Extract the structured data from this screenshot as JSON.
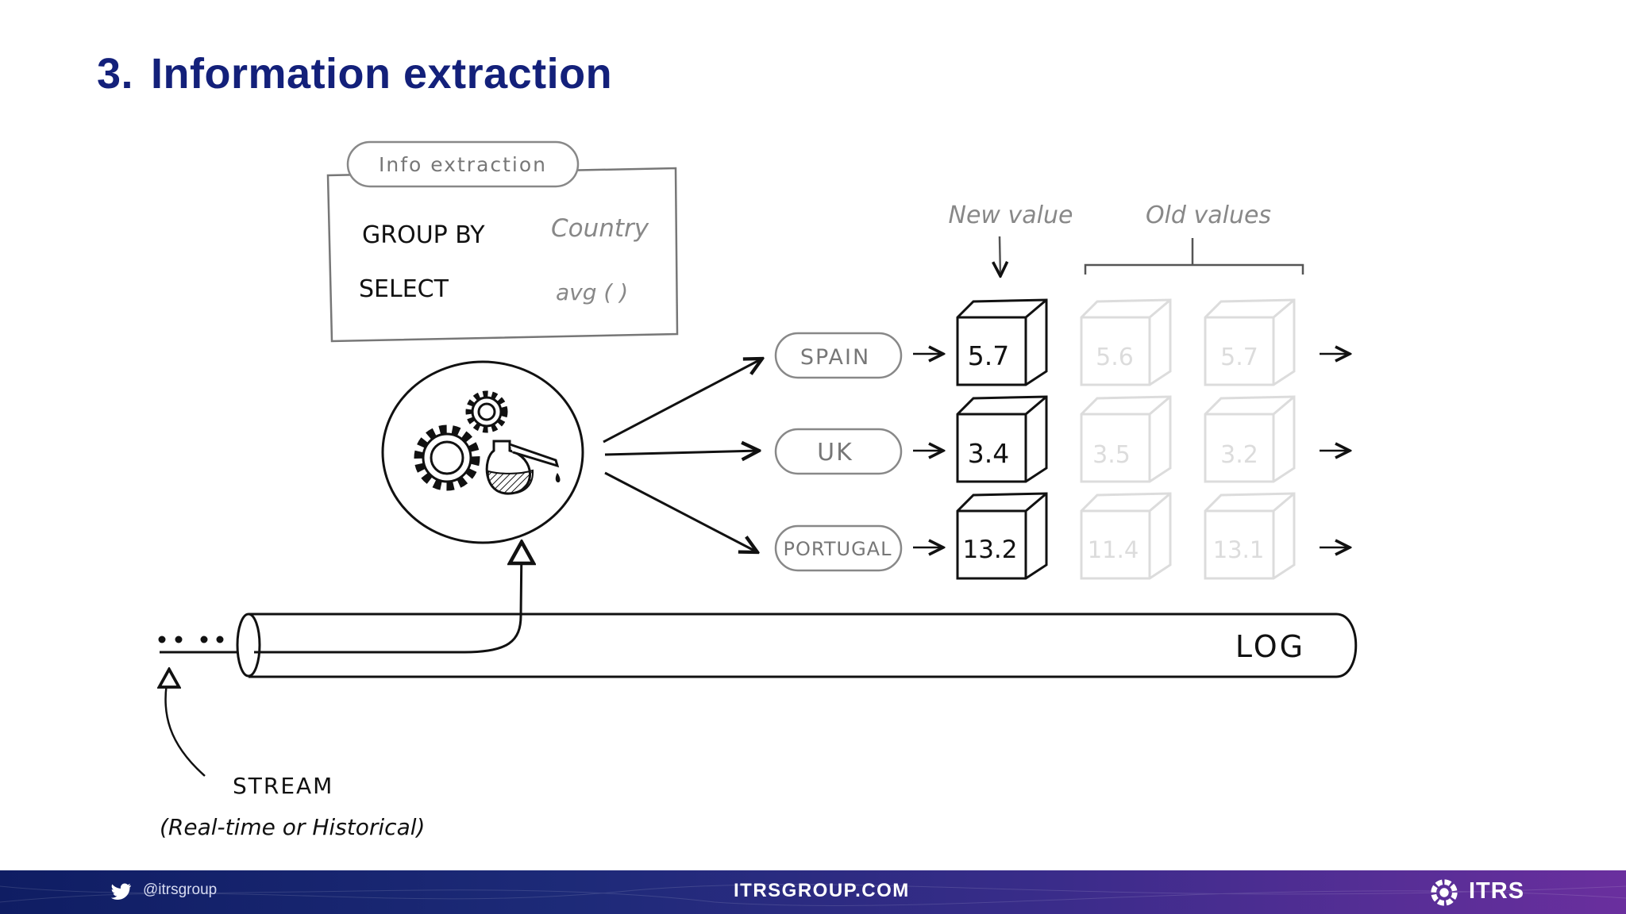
{
  "title": {
    "number": "3.",
    "text": "Information extraction"
  },
  "info_box": {
    "tab_label": "Info extraction",
    "rows": [
      {
        "keyword": "GROUP BY",
        "value": "Country"
      },
      {
        "keyword": "SELECT",
        "value": "avg ( )"
      }
    ]
  },
  "labels": {
    "new_value": "New value",
    "old_values": "Old values",
    "log": "LOG",
    "stream": "STREAM",
    "stream_sub": "(Real-time or Historical)"
  },
  "groups": [
    {
      "name": "SPAIN",
      "new": "5.7",
      "old": [
        "5.6",
        "5.7"
      ]
    },
    {
      "name": "UK",
      "new": "3.4",
      "old": [
        "3.5",
        "3.2"
      ]
    },
    {
      "name": "PORTUGAL",
      "new": "13.2",
      "old": [
        "11.4",
        "13.1"
      ]
    }
  ],
  "colors": {
    "title": "#13207a",
    "ink": "#111111",
    "muted": "#8a8a8a",
    "faded": "#dddddd"
  },
  "footer": {
    "handle": "@itrsgroup",
    "site": "ITRSGROUP.COM",
    "brand": "ITRS",
    "icons": [
      "twitter-icon",
      "itrs-logo-icon"
    ]
  }
}
